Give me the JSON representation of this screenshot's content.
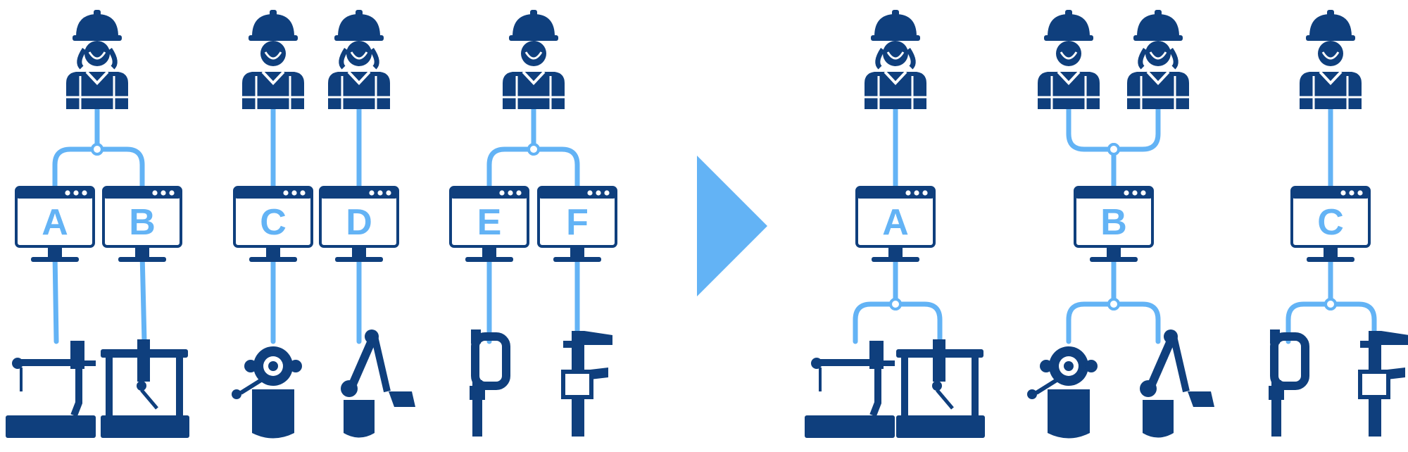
{
  "colors": {
    "dark": "#0f3f7d",
    "light": "#63b3f5",
    "white": "#ffffff"
  },
  "arrow": {
    "icon": "right-triangle-arrow-icon",
    "direction": "right"
  },
  "before": {
    "workers": [
      {
        "id": "w1",
        "icon": "female-worker-hardhat-icon"
      },
      {
        "id": "w2",
        "icon": "male-worker-hardhat-icon"
      },
      {
        "id": "w3",
        "icon": "female-worker-hardhat-icon"
      },
      {
        "id": "w4",
        "icon": "male-worker-hardhat-icon"
      }
    ],
    "monitors": [
      {
        "id": "mA",
        "label": "A"
      },
      {
        "id": "mB",
        "label": "B"
      },
      {
        "id": "mC",
        "label": "C"
      },
      {
        "id": "mD",
        "label": "D"
      },
      {
        "id": "mE",
        "label": "E"
      },
      {
        "id": "mF",
        "label": "F"
      }
    ],
    "machines": [
      {
        "id": "sewing",
        "icon": "sewing-machine-icon"
      },
      {
        "id": "press",
        "icon": "press-machine-icon"
      },
      {
        "id": "robot",
        "icon": "robot-icon"
      },
      {
        "id": "arm",
        "icon": "robotic-arm-icon"
      },
      {
        "id": "micrometer",
        "icon": "micrometer-icon"
      },
      {
        "id": "caliper",
        "icon": "caliper-icon"
      }
    ],
    "links": [
      "w1-mA",
      "w1-mB",
      "w2-mC",
      "w3-mD",
      "w4-mE",
      "w4-mF",
      "mA-sewing",
      "mB-press",
      "mC-robot",
      "mD-arm",
      "mE-micrometer",
      "mF-caliper"
    ]
  },
  "after": {
    "workers": [
      {
        "id": "w1",
        "icon": "female-worker-hardhat-icon"
      },
      {
        "id": "w2",
        "icon": "male-worker-hardhat-icon"
      },
      {
        "id": "w3",
        "icon": "female-worker-hardhat-icon"
      },
      {
        "id": "w4",
        "icon": "male-worker-hardhat-icon"
      }
    ],
    "monitors": [
      {
        "id": "mA",
        "label": "A"
      },
      {
        "id": "mB",
        "label": "B"
      },
      {
        "id": "mC",
        "label": "C"
      }
    ],
    "machines": [
      {
        "id": "sewing",
        "icon": "sewing-machine-icon"
      },
      {
        "id": "press",
        "icon": "press-machine-icon"
      },
      {
        "id": "robot",
        "icon": "robot-icon"
      },
      {
        "id": "arm",
        "icon": "robotic-arm-icon"
      },
      {
        "id": "micrometer",
        "icon": "micrometer-icon"
      },
      {
        "id": "caliper",
        "icon": "caliper-icon"
      }
    ],
    "links": [
      "w1-mA",
      "w2-mB",
      "w3-mB",
      "w4-mC",
      "mA-sewing",
      "mA-press",
      "mB-robot",
      "mB-arm",
      "mC-micrometer",
      "mC-caliper"
    ]
  }
}
